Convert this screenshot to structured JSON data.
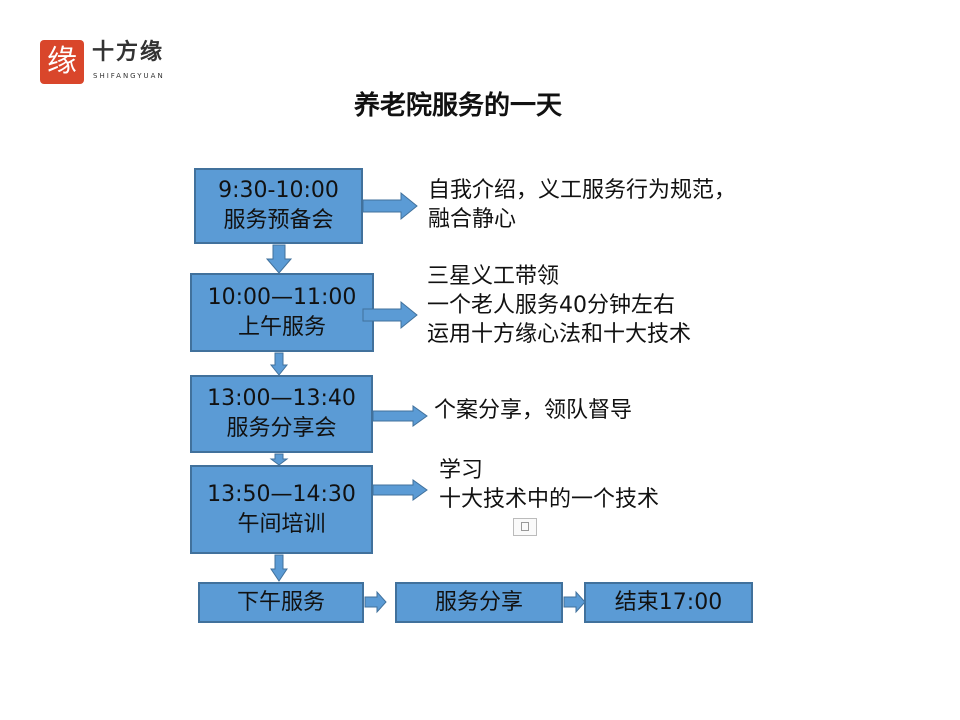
{
  "logo": {
    "seal_text": "缘",
    "name": "十方缘",
    "subtitle": "SHIFANGYUAN"
  },
  "title": "养老院服务的一天",
  "steps": [
    {
      "time": "9:30-10:00",
      "name": "服务预备会",
      "notes": [
        "自我介绍，义工服务行为规范，",
        "融合静心"
      ]
    },
    {
      "time": "10:00—11:00",
      "name": "上午服务",
      "notes": [
        "三星义工带领",
        "一个老人服务40分钟左右",
        "运用十方缘心法和十大技术"
      ]
    },
    {
      "time": "13:00—13:40",
      "name": "服务分享会",
      "notes": [
        "个案分享，领队督导"
      ]
    },
    {
      "time": "13:50—14:30",
      "name": "午间培训",
      "notes": [
        "学习",
        "十大技术中的一个技术"
      ]
    }
  ],
  "bottom": [
    "下午服务",
    "服务分享",
    "结束17:00"
  ],
  "colors": {
    "box": "#5b9bd5",
    "border": "#41719c",
    "seal": "#d9462b"
  }
}
